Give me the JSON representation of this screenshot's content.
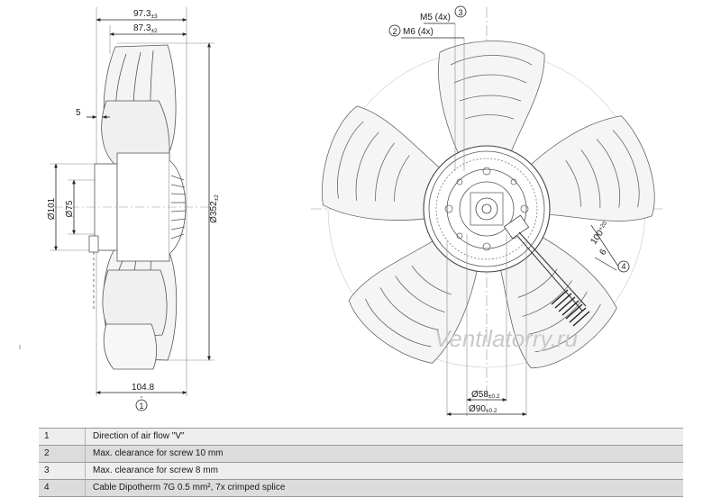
{
  "side_view": {
    "dim_97": {
      "value": "97.3",
      "tol": "±3"
    },
    "dim_87": {
      "value": "87.3",
      "tol": "±2"
    },
    "dim_5": "5",
    "dim_101": "Ø101",
    "dim_75": "Ø75",
    "dim_352": {
      "value": "Ø352",
      "tol": "±2"
    },
    "dim_104": "104.8",
    "marker_1": "1"
  },
  "front_view": {
    "m5": "M5 (4x)",
    "marker_3": "3",
    "marker_2": "2",
    "m6": "M6 (4x)",
    "dim_100": {
      "value": "100",
      "tol": "+20"
    },
    "dim_6": "6",
    "marker_4": "4",
    "dim_58": {
      "value": "Ø58",
      "tol": "±0.2"
    },
    "dim_90": {
      "value": "Ø90",
      "tol": "±0.2"
    }
  },
  "watermark": "Ventilatorry.ru",
  "legend": [
    {
      "num": "1",
      "text": "Direction of air flow \"V\""
    },
    {
      "num": "2",
      "text": "Max. clearance for screw 10 mm"
    },
    {
      "num": "3",
      "text": "Max. clearance for screw 8 mm"
    },
    {
      "num": "4",
      "text": "Cable Dipotherm 7G 0.5 mm², 7x crimped splice"
    }
  ]
}
